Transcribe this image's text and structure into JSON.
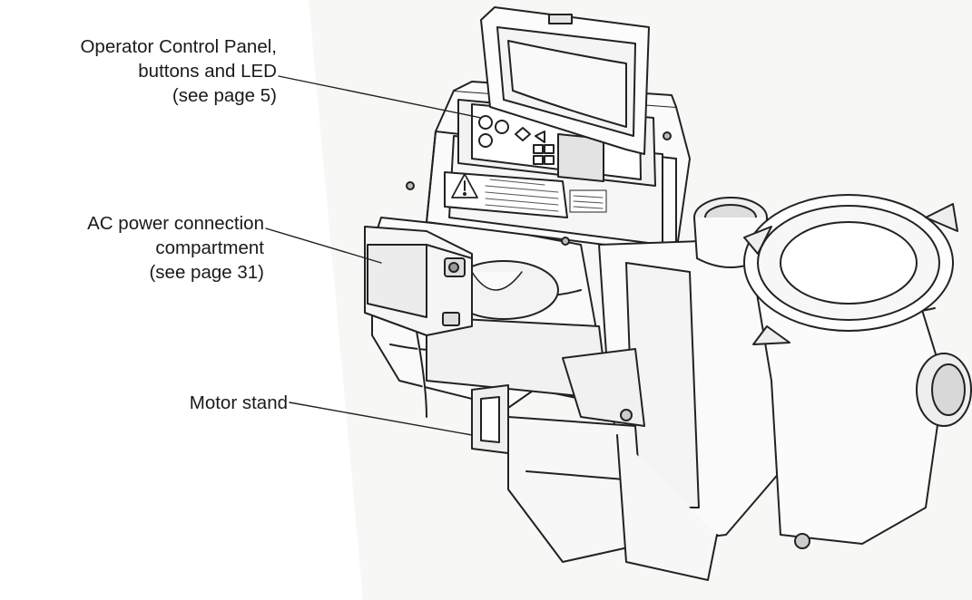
{
  "callouts": [
    {
      "lines": [
        "Operator Control Panel,",
        "buttons and LED",
        "(see page 5)"
      ]
    },
    {
      "lines": [
        "AC power connection",
        "compartment",
        "(see page 31)"
      ]
    },
    {
      "lines": [
        "Motor stand"
      ]
    }
  ],
  "illustration": {
    "subject": "pool-pump-line-drawing",
    "warning_symbol": "⚠"
  }
}
